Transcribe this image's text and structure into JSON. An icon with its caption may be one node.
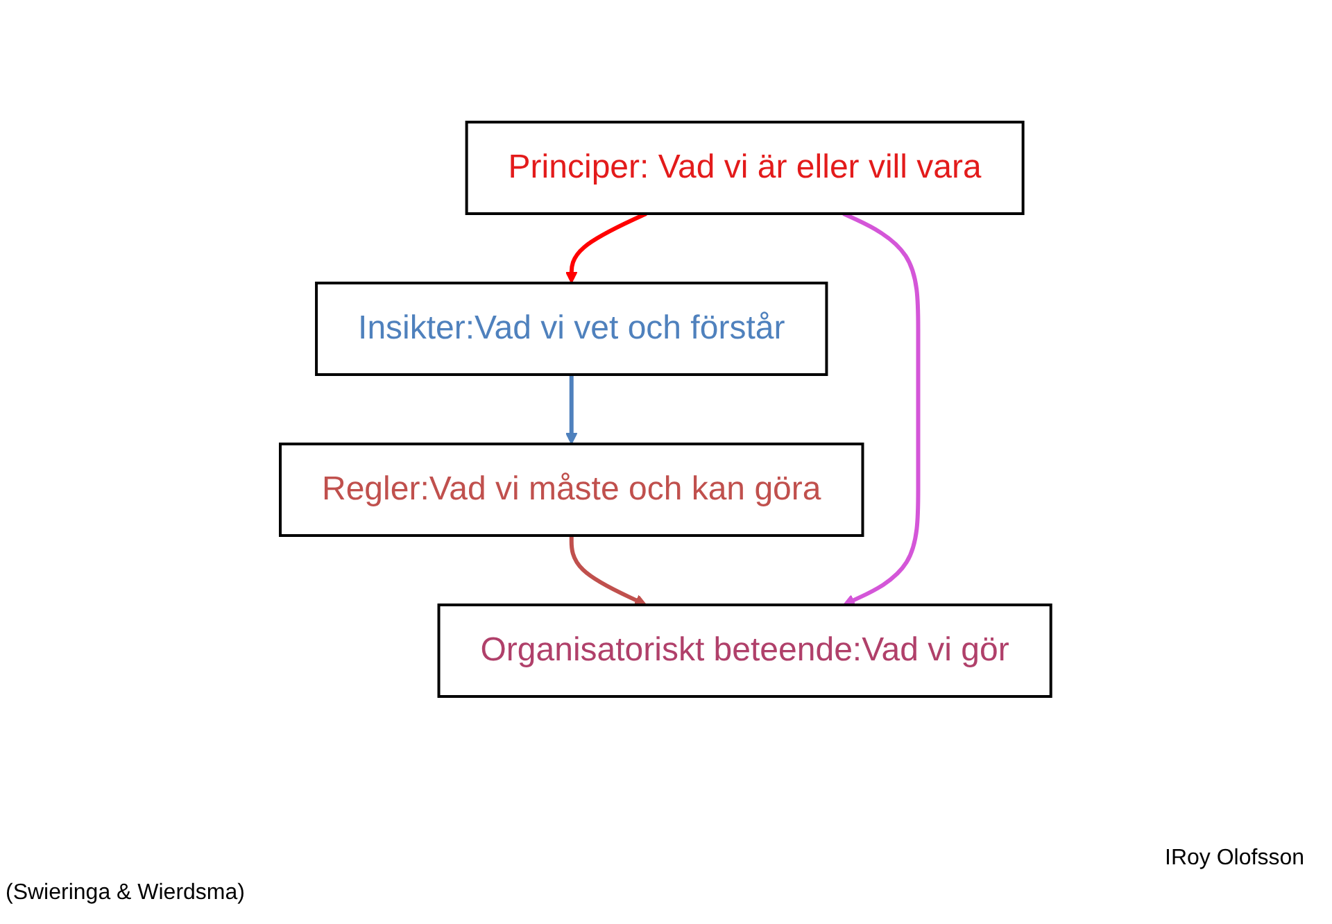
{
  "diagram": {
    "nodes": [
      {
        "text": [
          "Principer: Vad vi är eller vill vara"
        ]
      },
      {
        "text": [
          "Insikter:Vad vi vet och förstår"
        ]
      },
      {
        "text": [
          "Regler:Vad vi måste och kan göra"
        ]
      },
      {
        "text": [
          "Organisatoriskt beteende:Vad vi gör"
        ]
      }
    ],
    "edges": [
      {
        "from": 0,
        "to": 1,
        "arrow": "to",
        "color": "#ff0000"
      },
      {
        "from": 1,
        "to": 2,
        "arrow": "to",
        "color": "#4f81bd"
      },
      {
        "from": 2,
        "to": 3,
        "arrow": "to",
        "color": "#c0504d"
      },
      {
        "from": 0,
        "to": 3,
        "arrow": "to",
        "color": "#d456d8"
      }
    ],
    "labels": [
      "IRoy Olofsson",
      "(Swieringa & Wierdsma)"
    ]
  }
}
